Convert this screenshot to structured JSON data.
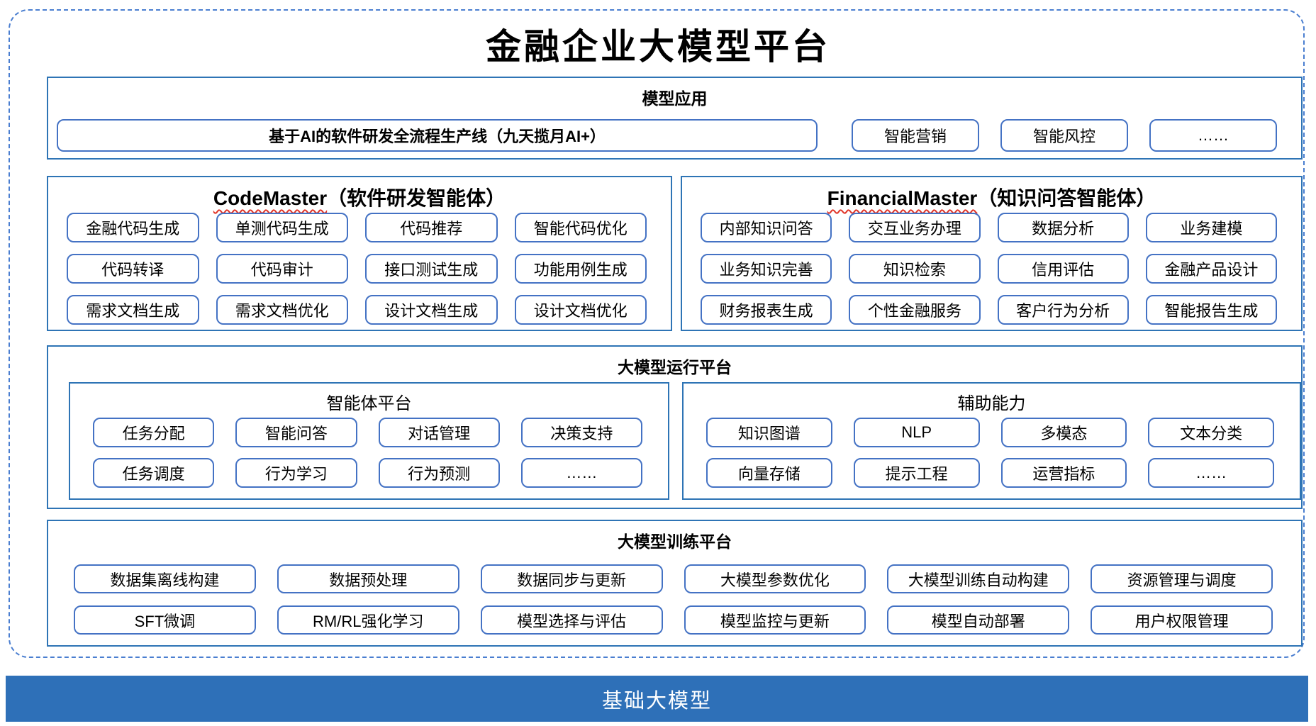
{
  "title": "金融企业大模型平台",
  "colors": {
    "dashed_border": "#4a7ed0",
    "section_border": "#2e74b5",
    "item_border": "#4472c4",
    "foundation_bar": "#2e70b8",
    "spellcheck_underline": "#e03428"
  },
  "applications": {
    "header": "模型应用",
    "pipeline": "基于AI的软件研发全流程生产线（九天揽月AI+）",
    "items": [
      "智能营销",
      "智能风控",
      "……"
    ]
  },
  "code_master": {
    "name": "CodeMaster",
    "subtitle": "（软件研发智能体）",
    "items": [
      "金融代码生成",
      "单测代码生成",
      "代码推荐",
      "智能代码优化",
      "代码转译",
      "代码审计",
      "接口测试生成",
      "功能用例生成",
      "需求文档生成",
      "需求文档优化",
      "设计文档生成",
      "设计文档优化"
    ]
  },
  "financial_master": {
    "name": "FinancialMaster",
    "subtitle": "（知识问答智能体）",
    "items": [
      "内部知识问答",
      "交互业务办理",
      "数据分析",
      "业务建模",
      "业务知识完善",
      "知识检索",
      "信用评估",
      "金融产品设计",
      "财务报表生成",
      "个性金融服务",
      "客户行为分析",
      "智能报告生成"
    ]
  },
  "runtime": {
    "header": "大模型运行平台",
    "agent_platform": {
      "title": "智能体平台",
      "items": [
        "任务分配",
        "智能问答",
        "对话管理",
        "决策支持",
        "任务调度",
        "行为学习",
        "行为预测",
        "……"
      ]
    },
    "auxiliary": {
      "title": "辅助能力",
      "items": [
        "知识图谱",
        "NLP",
        "多模态",
        "文本分类",
        "向量存储",
        "提示工程",
        "运营指标",
        "……"
      ]
    }
  },
  "training": {
    "header": "大模型训练平台",
    "items": [
      "数据集离线构建",
      "数据预处理",
      "数据同步与更新",
      "大模型参数优化",
      "大模型训练自动构建",
      "资源管理与调度",
      "SFT微调",
      "RM/RL强化学习",
      "模型选择与评估",
      "模型监控与更新",
      "模型自动部署",
      "用户权限管理"
    ]
  },
  "foundation": {
    "label": "基础大模型"
  }
}
